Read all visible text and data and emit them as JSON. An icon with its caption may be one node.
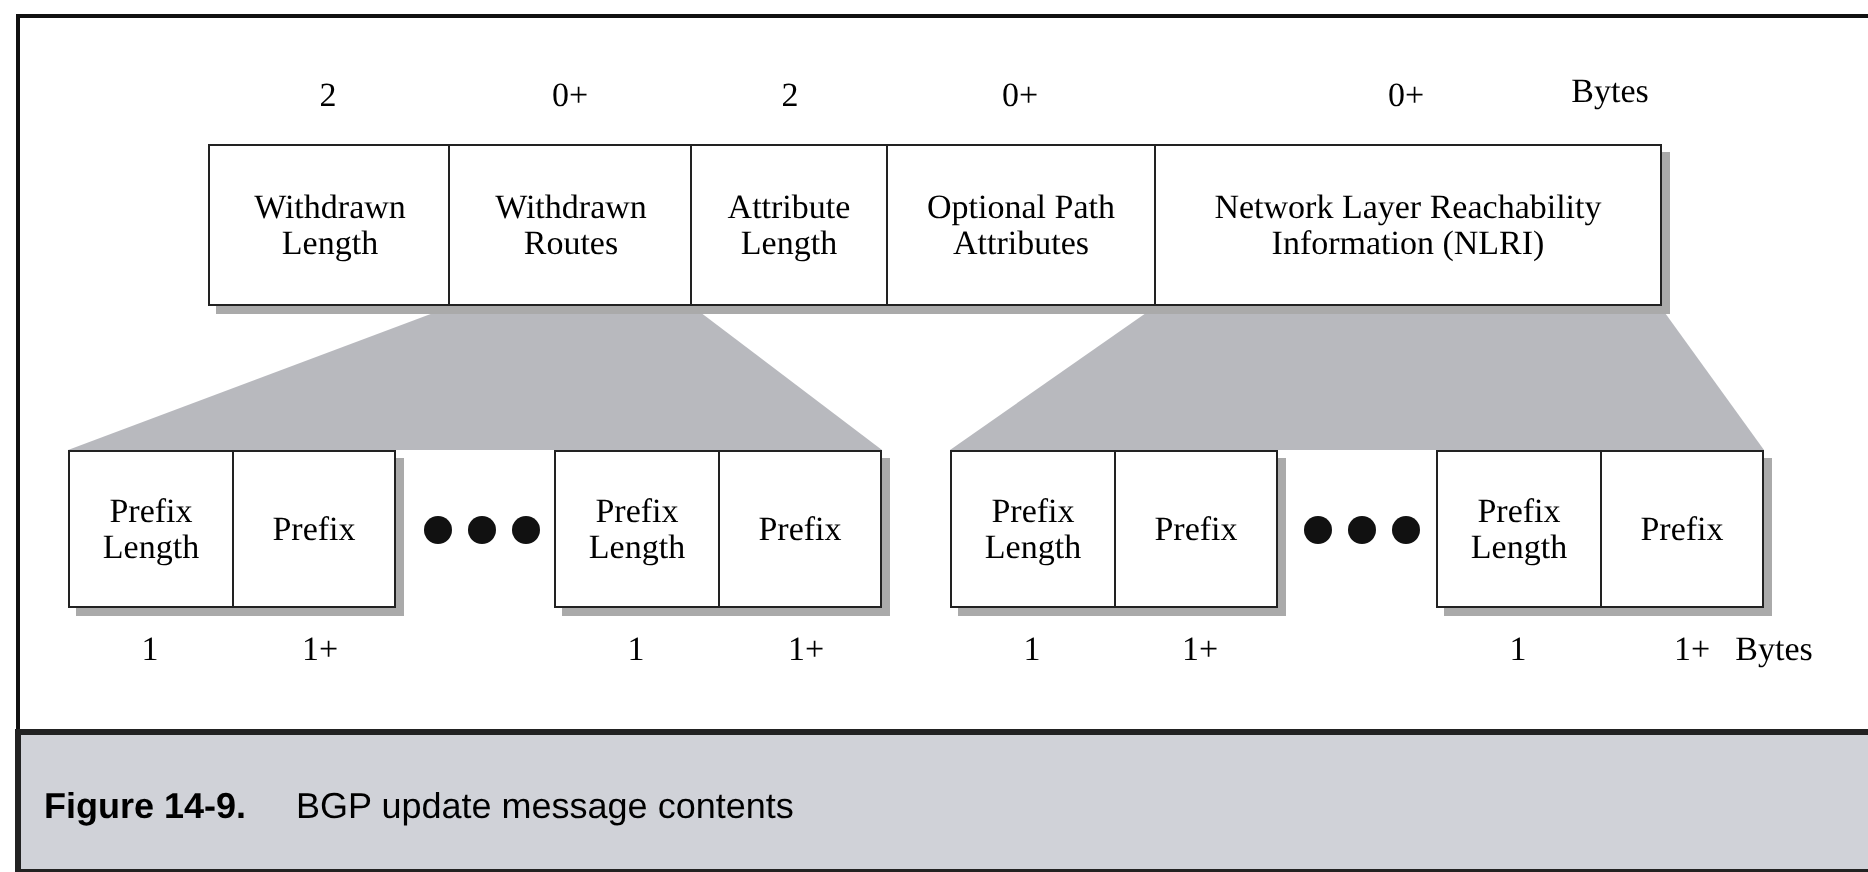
{
  "diagram": {
    "caption": "**Figure 14-9.** BGP update message contents",
    "nodes": [
      {
        "text": [
          "Withdrawn Length"
        ]
      },
      {
        "text": [
          "Withdrawn Routes"
        ]
      },
      {
        "text": [
          "Attribute Length"
        ]
      },
      {
        "text": [
          "Optional Path Attributes"
        ]
      },
      {
        "text": [
          "Network Layer Reachability Information (NLRI)"
        ]
      },
      {
        "text": [
          "Prefix Length"
        ]
      },
      {
        "text": [
          "Prefix"
        ]
      },
      {
        "text": [
          "Prefix Length"
        ]
      },
      {
        "text": [
          "Prefix"
        ]
      },
      {
        "text": [
          "Prefix Length"
        ]
      },
      {
        "text": [
          "Prefix"
        ]
      },
      {
        "text": [
          "Prefix Length"
        ]
      },
      {
        "text": [
          "Prefix"
        ]
      }
    ],
    "edges": [],
    "labels": [
      "2",
      "0+",
      "2",
      "0+",
      "0+",
      "Bytes",
      "1",
      "1+",
      "1",
      "1+",
      "1",
      "1+",
      "1",
      "1+",
      "Bytes"
    ]
  }
}
